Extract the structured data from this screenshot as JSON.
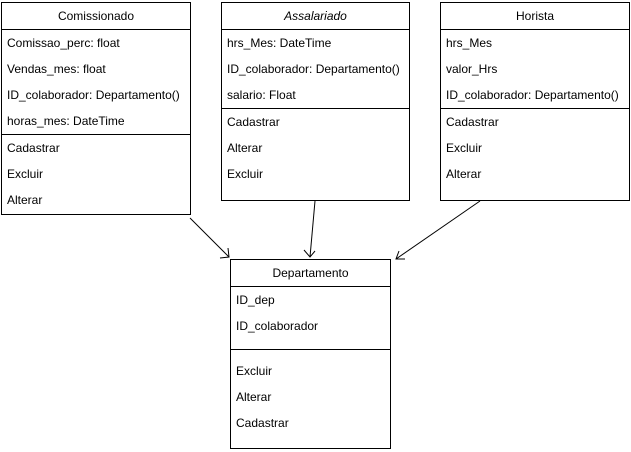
{
  "classes": {
    "comissionado": {
      "title": "Comissionado",
      "attributes": [
        "Comissao_perc: float",
        "Vendas_mes: float",
        "ID_colaborador: Departamento()",
        "horas_mes: DateTime"
      ],
      "methods": [
        "Cadastrar",
        "Excluir",
        "Alterar"
      ]
    },
    "assalariado": {
      "title": "Assalariado",
      "abstract": true,
      "attributes": [
        "hrs_Mes: DateTime",
        "ID_colaborador: Departamento()",
        "salario: Float"
      ],
      "methods": [
        "Cadastrar",
        "Alterar",
        "Excluir"
      ]
    },
    "horista": {
      "title": "Horista",
      "attributes": [
        "hrs_Mes",
        "valor_Hrs",
        "ID_colaborador: Departamento()"
      ],
      "methods": [
        "Cadastrar",
        "Excluir",
        "Alterar"
      ]
    },
    "departamento": {
      "title": "Departamento",
      "attributes": [
        "ID_dep",
        "ID_colaborador",
        ""
      ],
      "methods": [
        "Excluir",
        "Alterar",
        "Cadastrar"
      ]
    }
  },
  "relations": [
    {
      "from": "comissionado",
      "to": "departamento",
      "type": "association"
    },
    {
      "from": "assalariado",
      "to": "departamento",
      "type": "association"
    },
    {
      "from": "horista",
      "to": "departamento",
      "type": "association"
    }
  ],
  "colors": {
    "line": "#000000",
    "fill": "#ffffff"
  }
}
